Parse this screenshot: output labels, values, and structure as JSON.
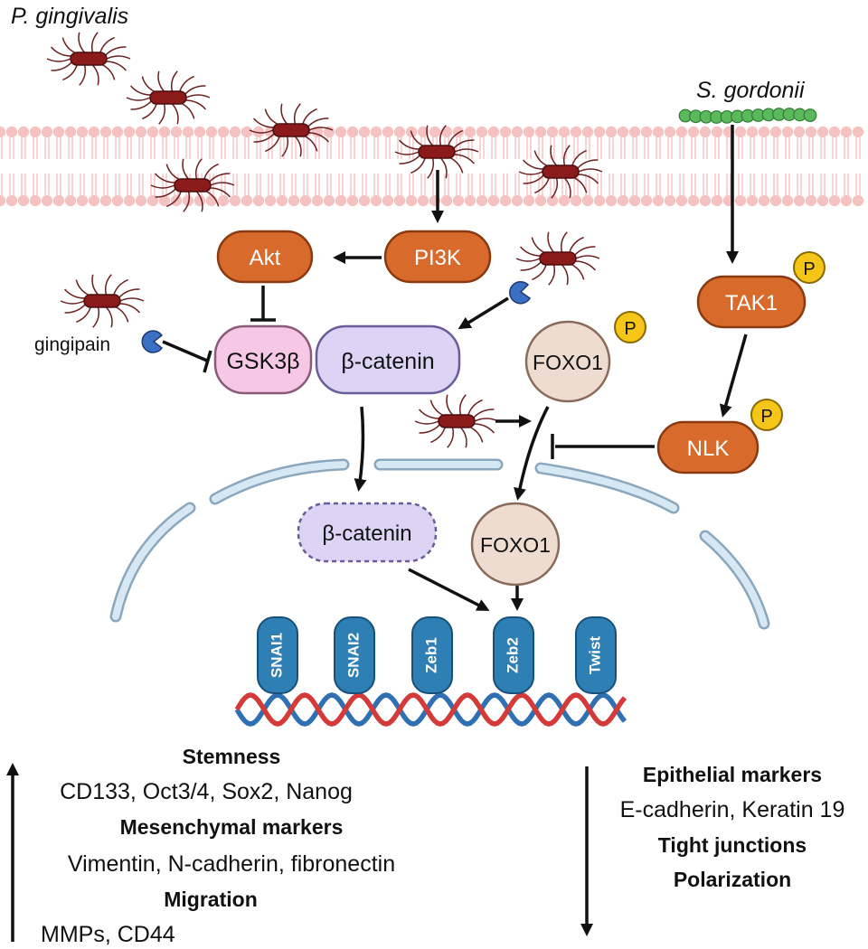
{
  "species": {
    "pg": "P. gingivalis",
    "sg": "S. gordonii"
  },
  "nodes": {
    "akt": "Akt",
    "pi3k": "PI3K",
    "gsk3b": "GSK3β",
    "bcat": "β-catenin",
    "foxo1": "FOXO1",
    "tak1": "TAK1",
    "nlk": "NLK",
    "bcat_nuc": "β-catenin",
    "foxo1_nuc": "FOXO1"
  },
  "phospho_label": "P",
  "gingipain": "gingipain",
  "transcription_factors": [
    "SNAI1",
    "SNAI2",
    "Zeb1",
    "Zeb2",
    "Twist"
  ],
  "upregulated": [
    {
      "text": "Stemness",
      "bold": true
    },
    {
      "text": "CD133, Oct3/4, Sox2, Nanog",
      "bold": false
    },
    {
      "text": "Mesenchymal markers",
      "bold": true
    },
    {
      "text": "Vimentin, N-cadherin, fibronectin",
      "bold": false
    },
    {
      "text": "Migration",
      "bold": true
    },
    {
      "text": "MMPs, CD44",
      "bold": false
    }
  ],
  "downregulated": [
    {
      "text": "Epithelial markers",
      "bold": true
    },
    {
      "text": "E-cadherin, Keratin 19",
      "bold": false
    },
    {
      "text": "Tight junctions",
      "bold": true
    },
    {
      "text": "Polarization",
      "bold": true
    }
  ],
  "colors": {
    "orange": "#d86a2c",
    "orange_stroke": "#8a3a10",
    "pink": "#f7c8e6",
    "lavender": "#dcd4f4",
    "beige": "#efdcd0",
    "teal": "#2e7fb3",
    "bacterium": "#8b1a1a",
    "streptococcus": "#5cb85c",
    "membrane": "#f5c2c2",
    "nucleus": "#bcd8ea",
    "phospho": "#f5c518"
  }
}
